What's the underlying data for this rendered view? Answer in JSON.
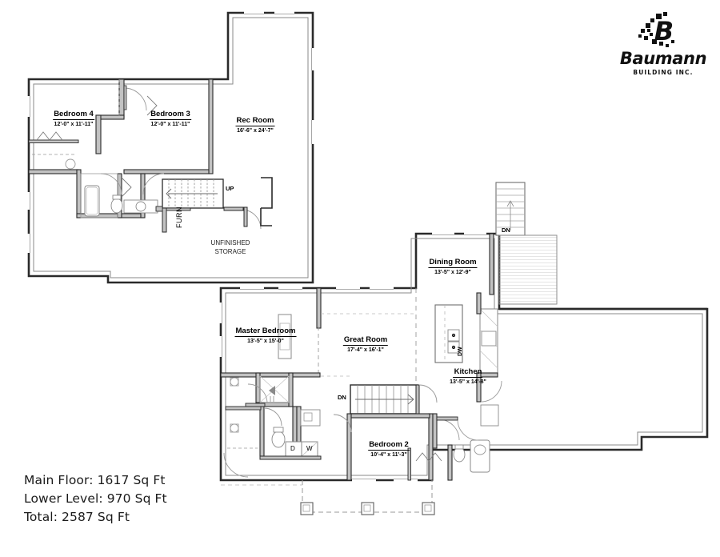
{
  "document": {
    "type": "architectural-floor-plan",
    "sheet_background": "#ffffff",
    "line_color": "#1a1a1a",
    "wall_fill": "#b9b9b9"
  },
  "logo": {
    "wordmark": "Baumann",
    "subtext": "BUILDING INC.",
    "mark_letter": "B",
    "color": "#111111"
  },
  "area_summary": {
    "lines": [
      "Main Floor: 1617 Sq Ft",
      "Lower Level: 970 Sq Ft",
      "Total: 2587 Sq Ft"
    ],
    "main_floor": "Main Floor: 1617 Sq Ft",
    "lower_level": "Lower Level: 970 Sq Ft",
    "total": "Total: 2587 Sq Ft"
  },
  "lower_level": {
    "rooms": [
      {
        "name": "Bedroom 4",
        "dimensions": "12'-0\" x 11'-11\""
      },
      {
        "name": "Bedroom 3",
        "dimensions": "12'-0\" x 11'-11\""
      },
      {
        "name": "Rec Room",
        "dimensions": "16'-6\" x 24'-7\""
      }
    ],
    "annotations": {
      "unfinished_storage_line1": "UNFINISHED",
      "unfinished_storage_line2": "STORAGE",
      "furnace": "FURN",
      "stair_direction": "UP"
    }
  },
  "main_floor": {
    "rooms": [
      {
        "name": "Master Bedroom",
        "dimensions": "13'-5\" x 15'-0\""
      },
      {
        "name": "Great Room",
        "dimensions": "17'-4\" x 16'-1\""
      },
      {
        "name": "Dining Room",
        "dimensions": "13'-5\" x 12'-9\""
      },
      {
        "name": "Kitchen",
        "dimensions": "13'-5\" x 14'-8\""
      },
      {
        "name": "Bedroom 2",
        "dimensions": "10'-4\" x 11'-3\""
      }
    ],
    "annotations": {
      "stair_direction_interior": "DN",
      "stair_direction_exterior": "DN",
      "dishwasher": "DW",
      "dryer": "D",
      "washer": "W"
    }
  }
}
